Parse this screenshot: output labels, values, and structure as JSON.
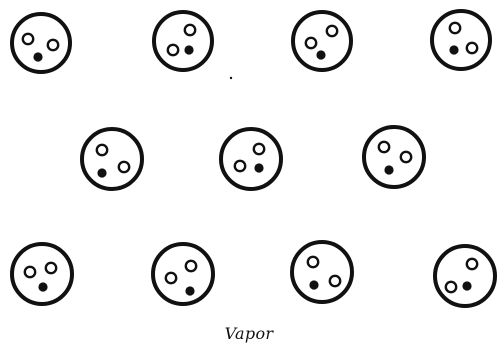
{
  "caption": "Vapor",
  "colors": {
    "ink": "#111111",
    "background": "#ffffff"
  },
  "molecule": {
    "atoms": [
      "open-circle",
      "open-circle",
      "filled-dot"
    ]
  }
}
